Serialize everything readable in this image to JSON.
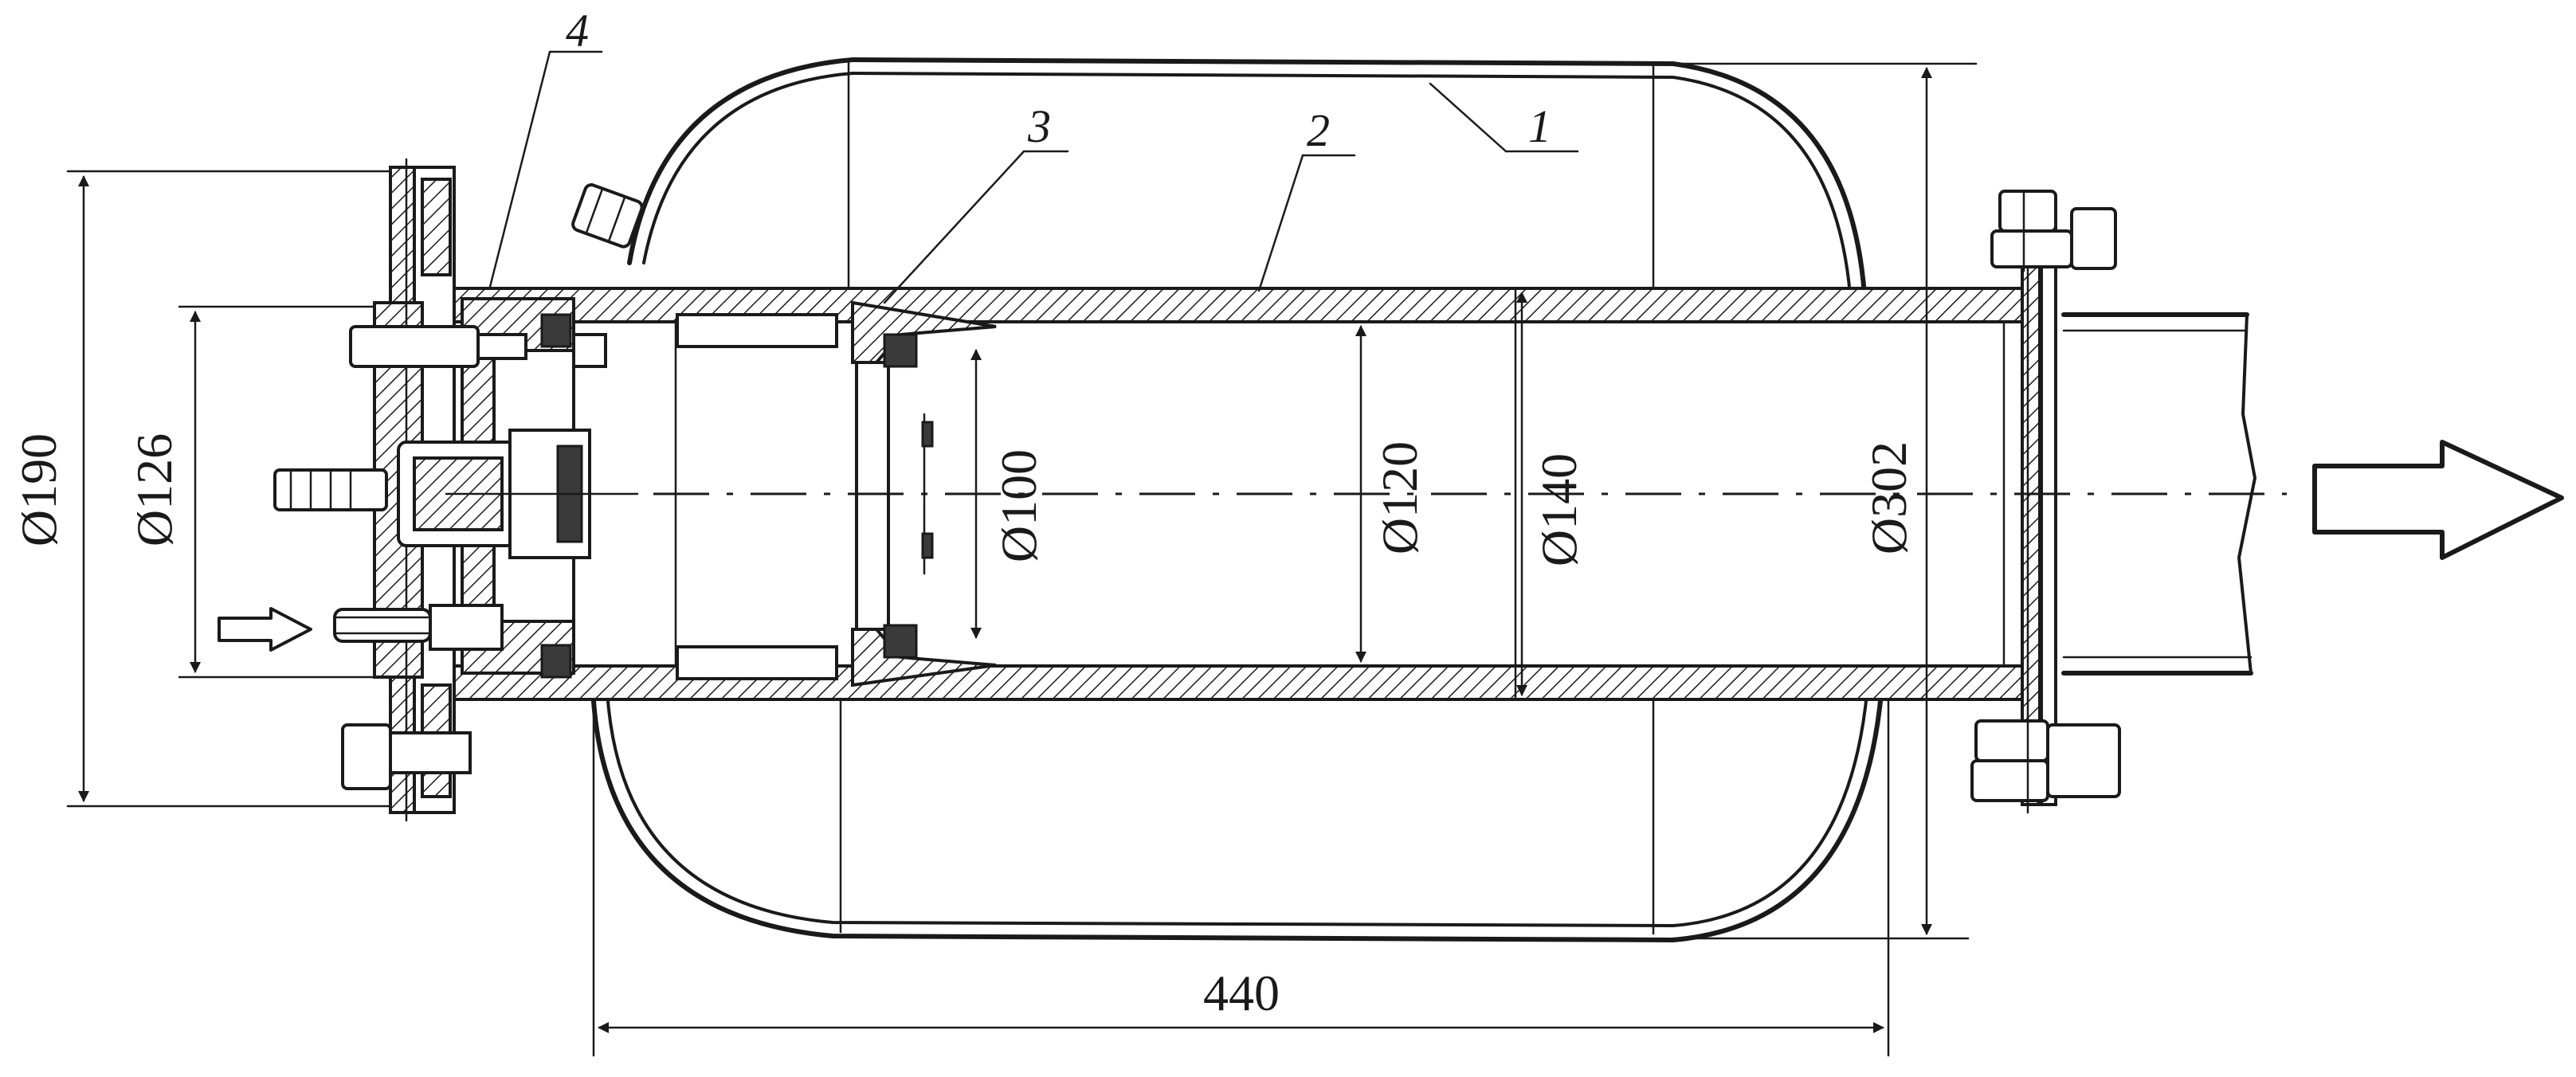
{
  "drawing": {
    "dimensions": {
      "d190": "Ø190",
      "d126": "Ø126",
      "d100": "Ø100",
      "d120": "Ø120",
      "d140": "Ø140",
      "d302": "Ø302",
      "length": "440"
    },
    "callouts": {
      "p1": "1",
      "p2": "2",
      "p3": "3",
      "p4": "4"
    },
    "icons": {
      "inlet": "small-right-arrow-icon",
      "outlet": "hollow-right-arrow-icon"
    }
  }
}
